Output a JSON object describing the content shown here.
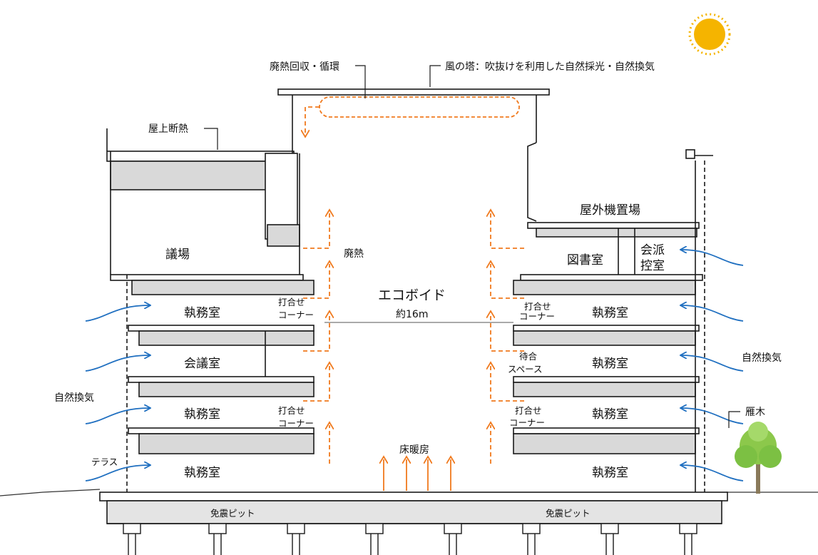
{
  "callouts": {
    "waste_heat_recovery": "廃熱回収・循環",
    "wind_tower": "風の塔：吹抜けを利用した自然採光・自然換気",
    "roof_insulation": "屋上断熱",
    "outdoor_unit": "屋外機置場",
    "waste_heat": "廃熱",
    "eco_void": "エコボイド",
    "void_height": "約16m",
    "floor_heating": "床暖房",
    "natural_vent_left": "自然換気",
    "natural_vent_right": "自然換気",
    "windbreak": "雁木",
    "terrace": "テラス",
    "seismic_pit_left": "免震ピット",
    "seismic_pit_right": "免震ピット"
  },
  "rooms": {
    "assembly": "議場",
    "library": "図書室",
    "caucus_1": "会派",
    "caucus_2": "控室",
    "left_f4": "執務室",
    "left_f3": "会議室",
    "left_f2": "執務室",
    "left_f1": "執務室",
    "right_f4": "執務室",
    "right_f3": "執務室",
    "right_f2": "執務室",
    "right_f1": "執務室",
    "meet_l4a": "打合せ",
    "meet_l4b": "コーナー",
    "meet_l2a": "打合せ",
    "meet_l2b": "コーナー",
    "meet_r4a": "打合せ",
    "meet_r4b": "コーナー",
    "wait_r3a": "待合",
    "wait_r3b": "スペース",
    "meet_r2a": "打合せ",
    "meet_r2b": "コーナー"
  },
  "colors": {
    "structure": "#1a1a1a",
    "slab_fill": "#d9d9d9",
    "air_arrow": "#1f6fc0",
    "heat_arrow": "#f07a1e",
    "sun": "#f5b400",
    "tree": "#7cc043"
  },
  "icons": [
    "sun-icon",
    "tree-icon"
  ]
}
